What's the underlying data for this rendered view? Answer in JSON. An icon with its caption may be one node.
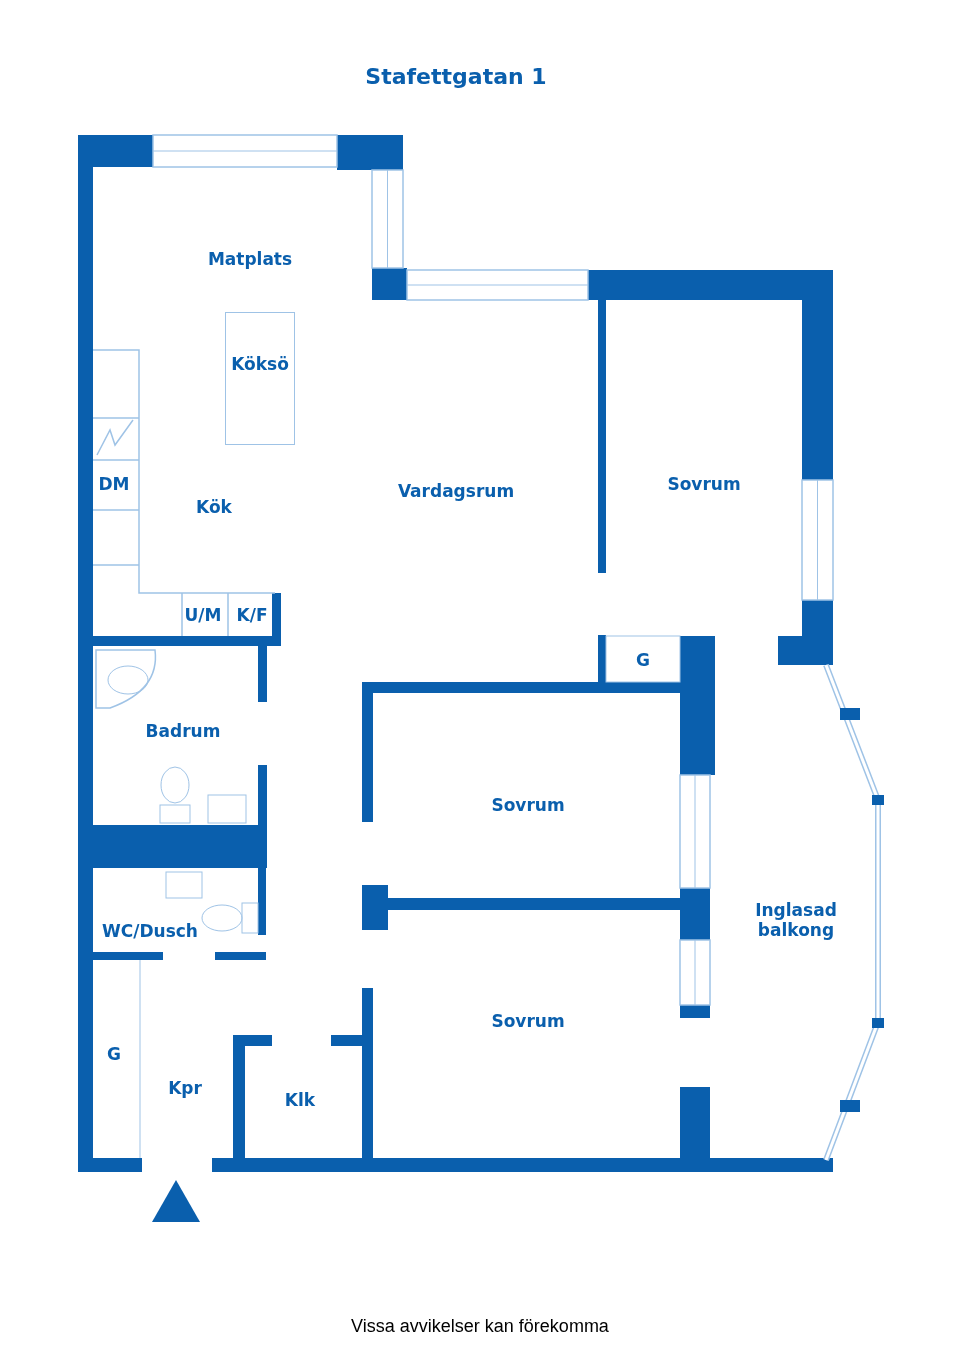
{
  "diagram": {
    "title": "Stafettgatan 1",
    "caption": "Vissa avvikelser kan förekomma",
    "nodes": [
      {
        "text": [
          "Köksö"
        ]
      }
    ],
    "labels": [
      "Matplats",
      "DM",
      "Kök",
      "Vardagsrum",
      "Sovrum",
      "U/M",
      "K/F",
      "G",
      "Badrum",
      "Sovrum",
      "WC/Dusch",
      "Inglasad balkong",
      "Sovrum",
      "G",
      "Kpr",
      "Klk"
    ]
  }
}
